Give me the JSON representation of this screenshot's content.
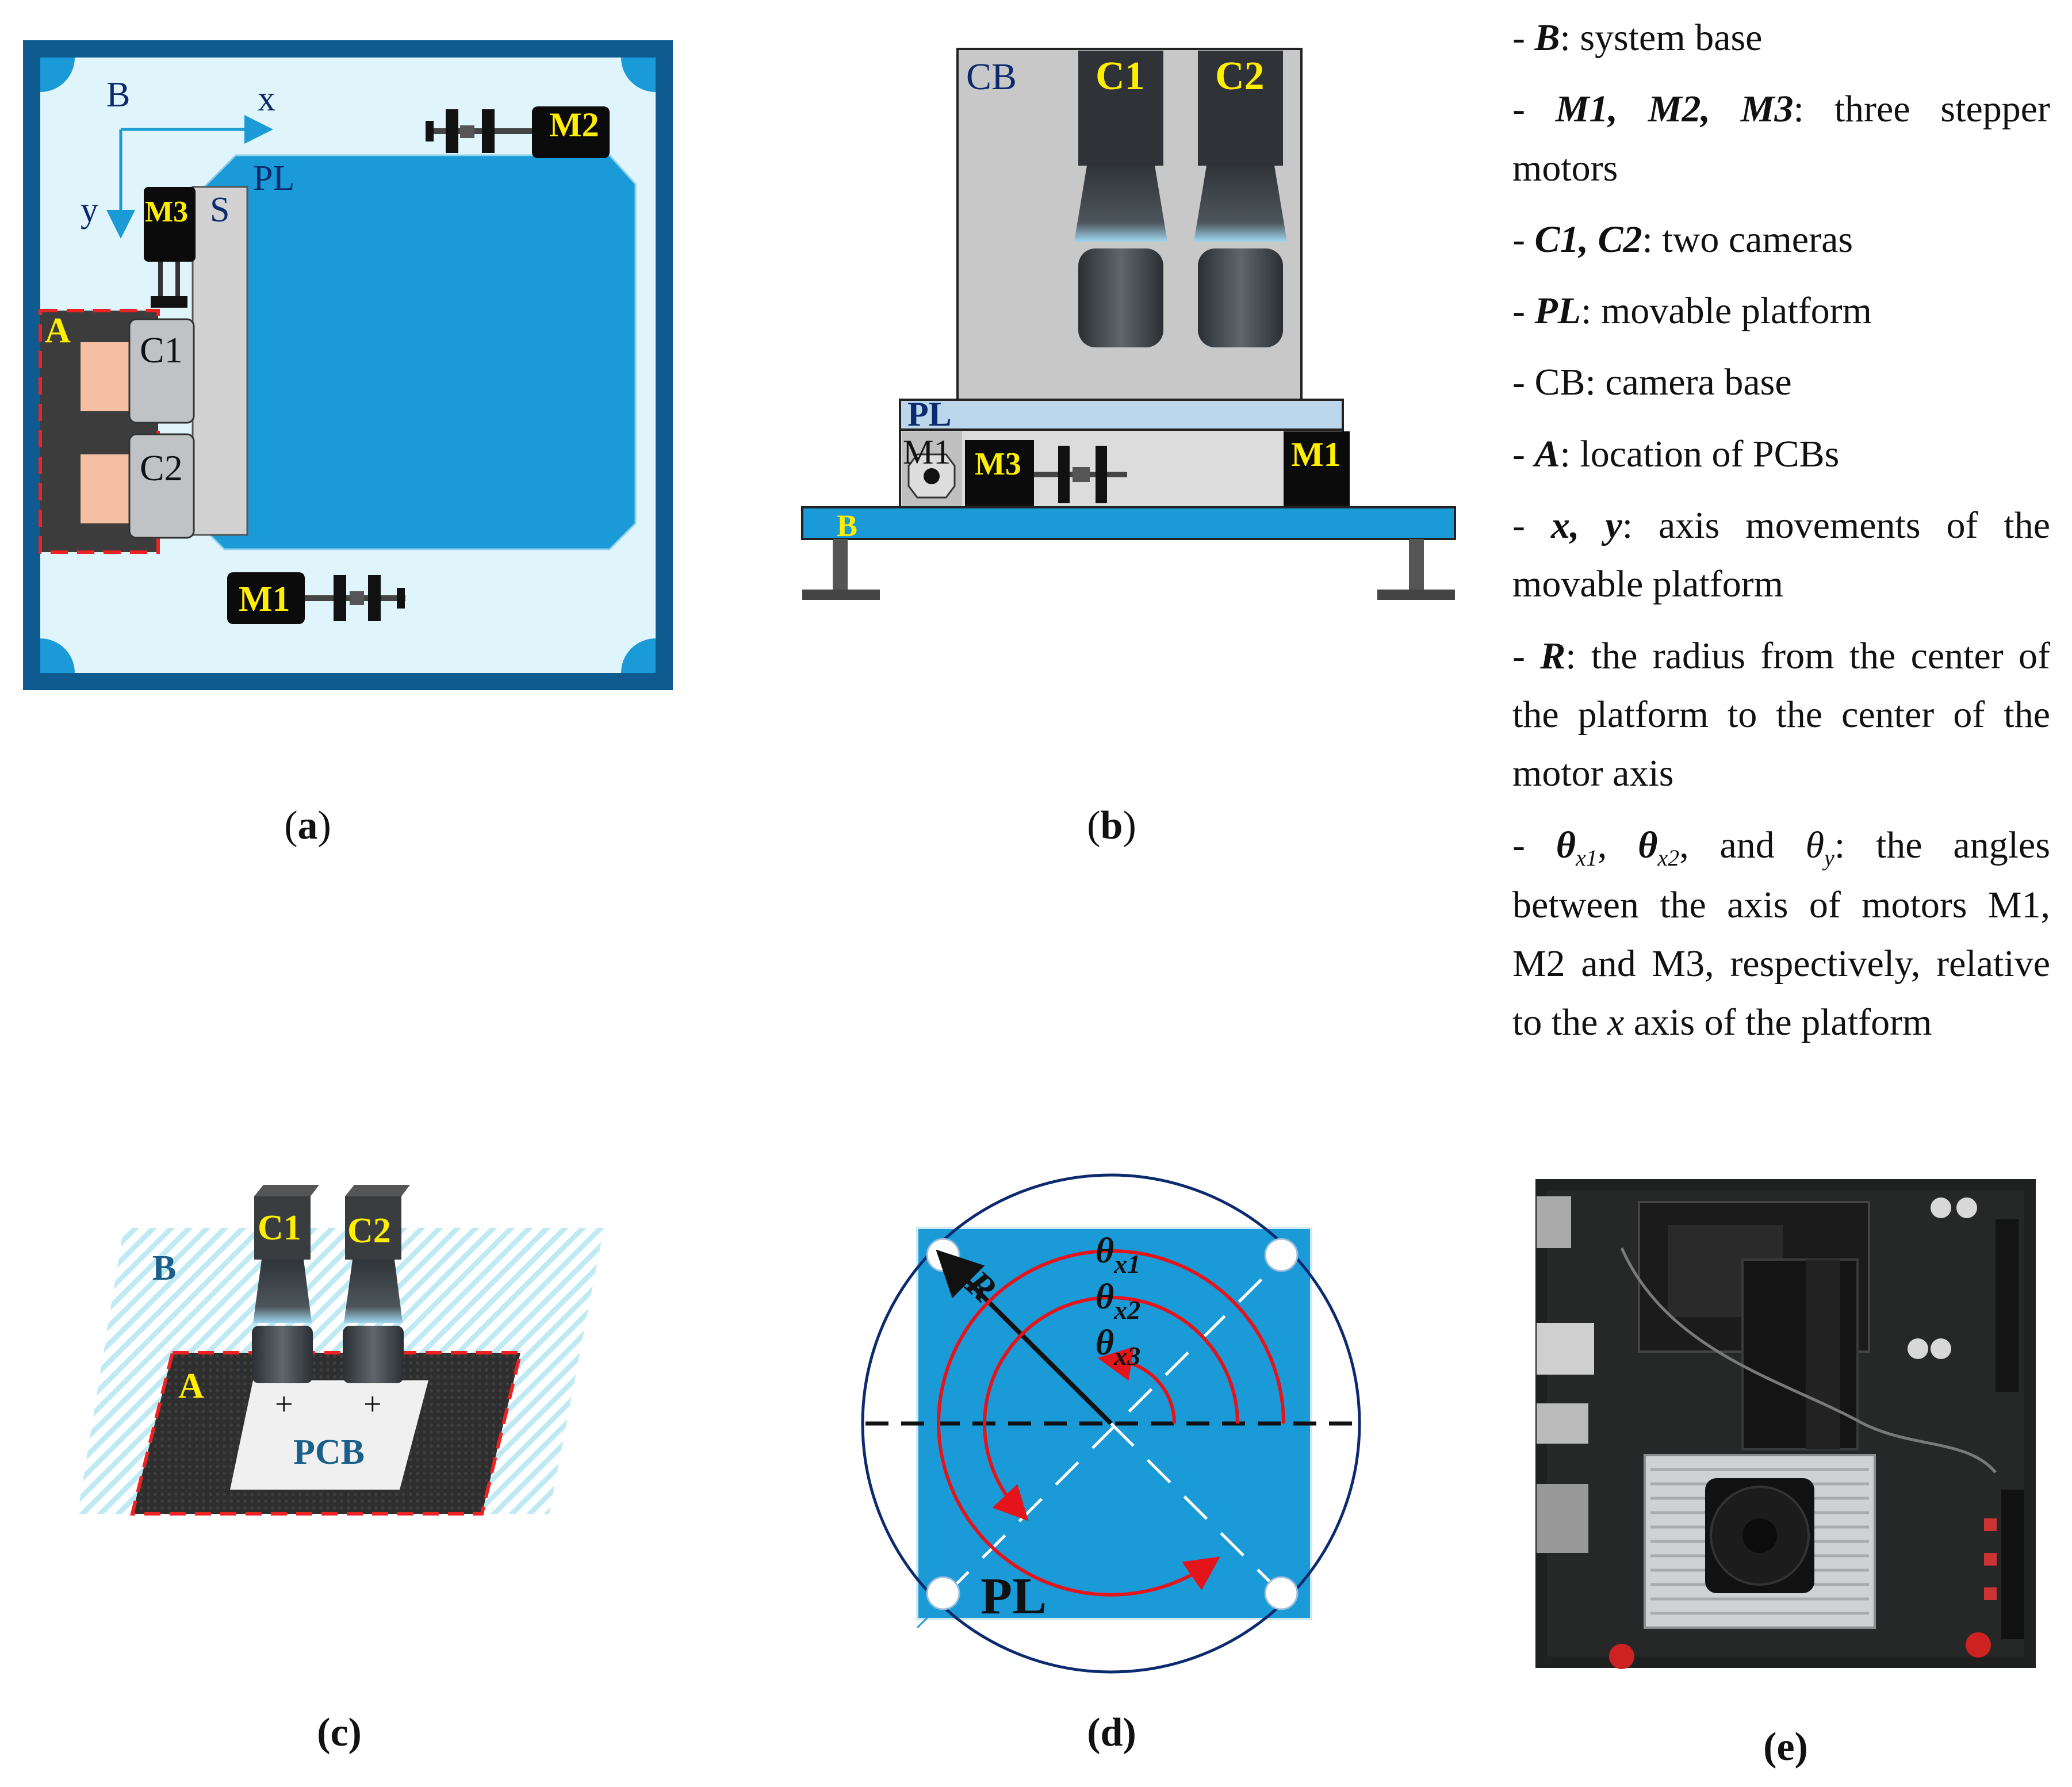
{
  "panels": {
    "a": {
      "caption": "a",
      "labels": {
        "B": "B",
        "x": "x",
        "y": "y",
        "M2": "M2",
        "M3": "M3",
        "S": "S",
        "PL": "PL",
        "A": "A",
        "C1": "C1",
        "C2": "C2",
        "M1": "M1"
      }
    },
    "b": {
      "caption": "b",
      "labels": {
        "CB": "CB",
        "C1": "C1",
        "C2": "C2",
        "PL": "PL",
        "M1_left": "M1",
        "M3": "M3",
        "M1_right": "M1",
        "B": "B"
      }
    },
    "c": {
      "caption": "(c)",
      "labels": {
        "C1": "C1",
        "C2": "C2",
        "B": "B",
        "A": "A",
        "PCB": "PCB",
        "plus": "+"
      }
    },
    "d": {
      "caption": "(d)",
      "labels": {
        "R": "R",
        "theta": "θ",
        "x1": "x1",
        "x2": "x2",
        "x3": "x3",
        "PL": "PL"
      }
    },
    "e": {
      "caption": "(e)"
    }
  },
  "legend": [
    {
      "dash": "- ",
      "key": "B",
      "text": ": system base"
    },
    {
      "dash": "- ",
      "key": "M1, M2, M3",
      "text": ": three stepper motors"
    },
    {
      "dash": "- ",
      "key": "C1, C2",
      "text": ": two cameras"
    },
    {
      "dash": "- ",
      "key": "PL",
      "text": ": movable platform"
    },
    {
      "dash": "- ",
      "key": "",
      "text": "CB: camera base"
    },
    {
      "dash": "- ",
      "key": "A",
      "text": ": location of PCBs"
    },
    {
      "dash": "- ",
      "key": "x, y",
      "text": ": axis movements of the movable platform"
    },
    {
      "dash": "- ",
      "key": "R",
      "text": ": the radius from the center of the platform to the center of the motor axis"
    }
  ],
  "legend_theta": {
    "dash": "- ",
    "theta": "θ",
    "s1": "x1",
    "sep1": ", ",
    "s2": "x2",
    "sep2": ", and ",
    "s3": "y",
    "text1": ": the angles between the axis of motors M1, M2 and M3, respectively, relative to the ",
    "x": "x",
    "text2": " axis of the platform"
  },
  "colors": {
    "frame": "#0f5a8e",
    "base_light": "#dff5fb",
    "platform": "#1a9ad6",
    "label_yellow": "#ffee00",
    "label_navy": "#0c2a6e",
    "arc_red": "#e5141b"
  }
}
